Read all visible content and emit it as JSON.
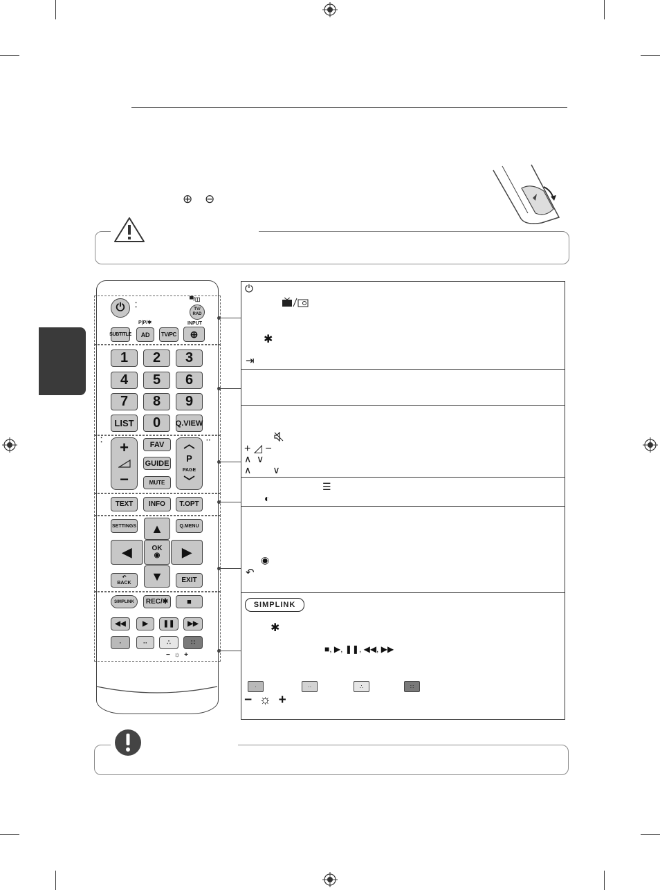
{
  "remote": {
    "power_label": "⏻",
    "tvrad_label": "TV/\nRAD",
    "tvrad_icon_label": "▀/◫",
    "pip_label": "P|P/✱",
    "input_label": "INPUT",
    "subtitle_label": "SUBTITLE",
    "ad_label": "AD",
    "tvpc_label": "TV/PC",
    "input_button_label": "⊕",
    "numbers": [
      "1",
      "2",
      "3",
      "4",
      "5",
      "6",
      "7",
      "8",
      "9"
    ],
    "list_label": "LIST",
    "zero_label": "0",
    "qview_label": "Q.VIEW",
    "vol_plus": "+",
    "vol_minus": "−",
    "fav_label": "FAV",
    "guide_label": "GUIDE",
    "mute_label": "MUTE",
    "page_p": "P",
    "page_label": "PAGE",
    "text_label": "TEXT",
    "info_label": "INFO",
    "topt_label": "T.OPT",
    "settings_label": "SETTINGS",
    "qmenu_label": "Q.MENU",
    "ok_label": "OK",
    "back_label": "BACK",
    "exit_label": "EXIT",
    "simplink_label": "SIMPLINK",
    "rec_label": "REC/✱",
    "brightness_label": "−  ☼  +"
  },
  "panels": {
    "power_symbol": "⏻",
    "asterisk_symbol": "✱",
    "input_symbol": "⇥",
    "volume_symbols": "+ ◿ −",
    "mute_symbol": "🔇",
    "chevrons_1": "∧  ∨",
    "chevrons_2": "∧        ∨",
    "text_symbol": "☰",
    "info_symbol": "◐",
    "ok_symbol": "◉",
    "back_symbol": "↶",
    "simplink_logo": "SIMPLINK",
    "asterisk_symbol_2": "✱",
    "playback_symbols": "■, ▶, ❚❚, ◀◀, ▶▶",
    "brightness_symbols": "−  ☼  +"
  },
  "header": {
    "battery_plus": "⊕",
    "battery_minus": "⊖"
  },
  "colors": {
    "button_grey": "#c7c7c7",
    "tab_dark": "#3a3a3a",
    "red_key": "#b9b9b9",
    "green_key": "#d3d3d3",
    "yellow_key": "#e6e6e6",
    "blue_key": "#7a7a7a"
  }
}
